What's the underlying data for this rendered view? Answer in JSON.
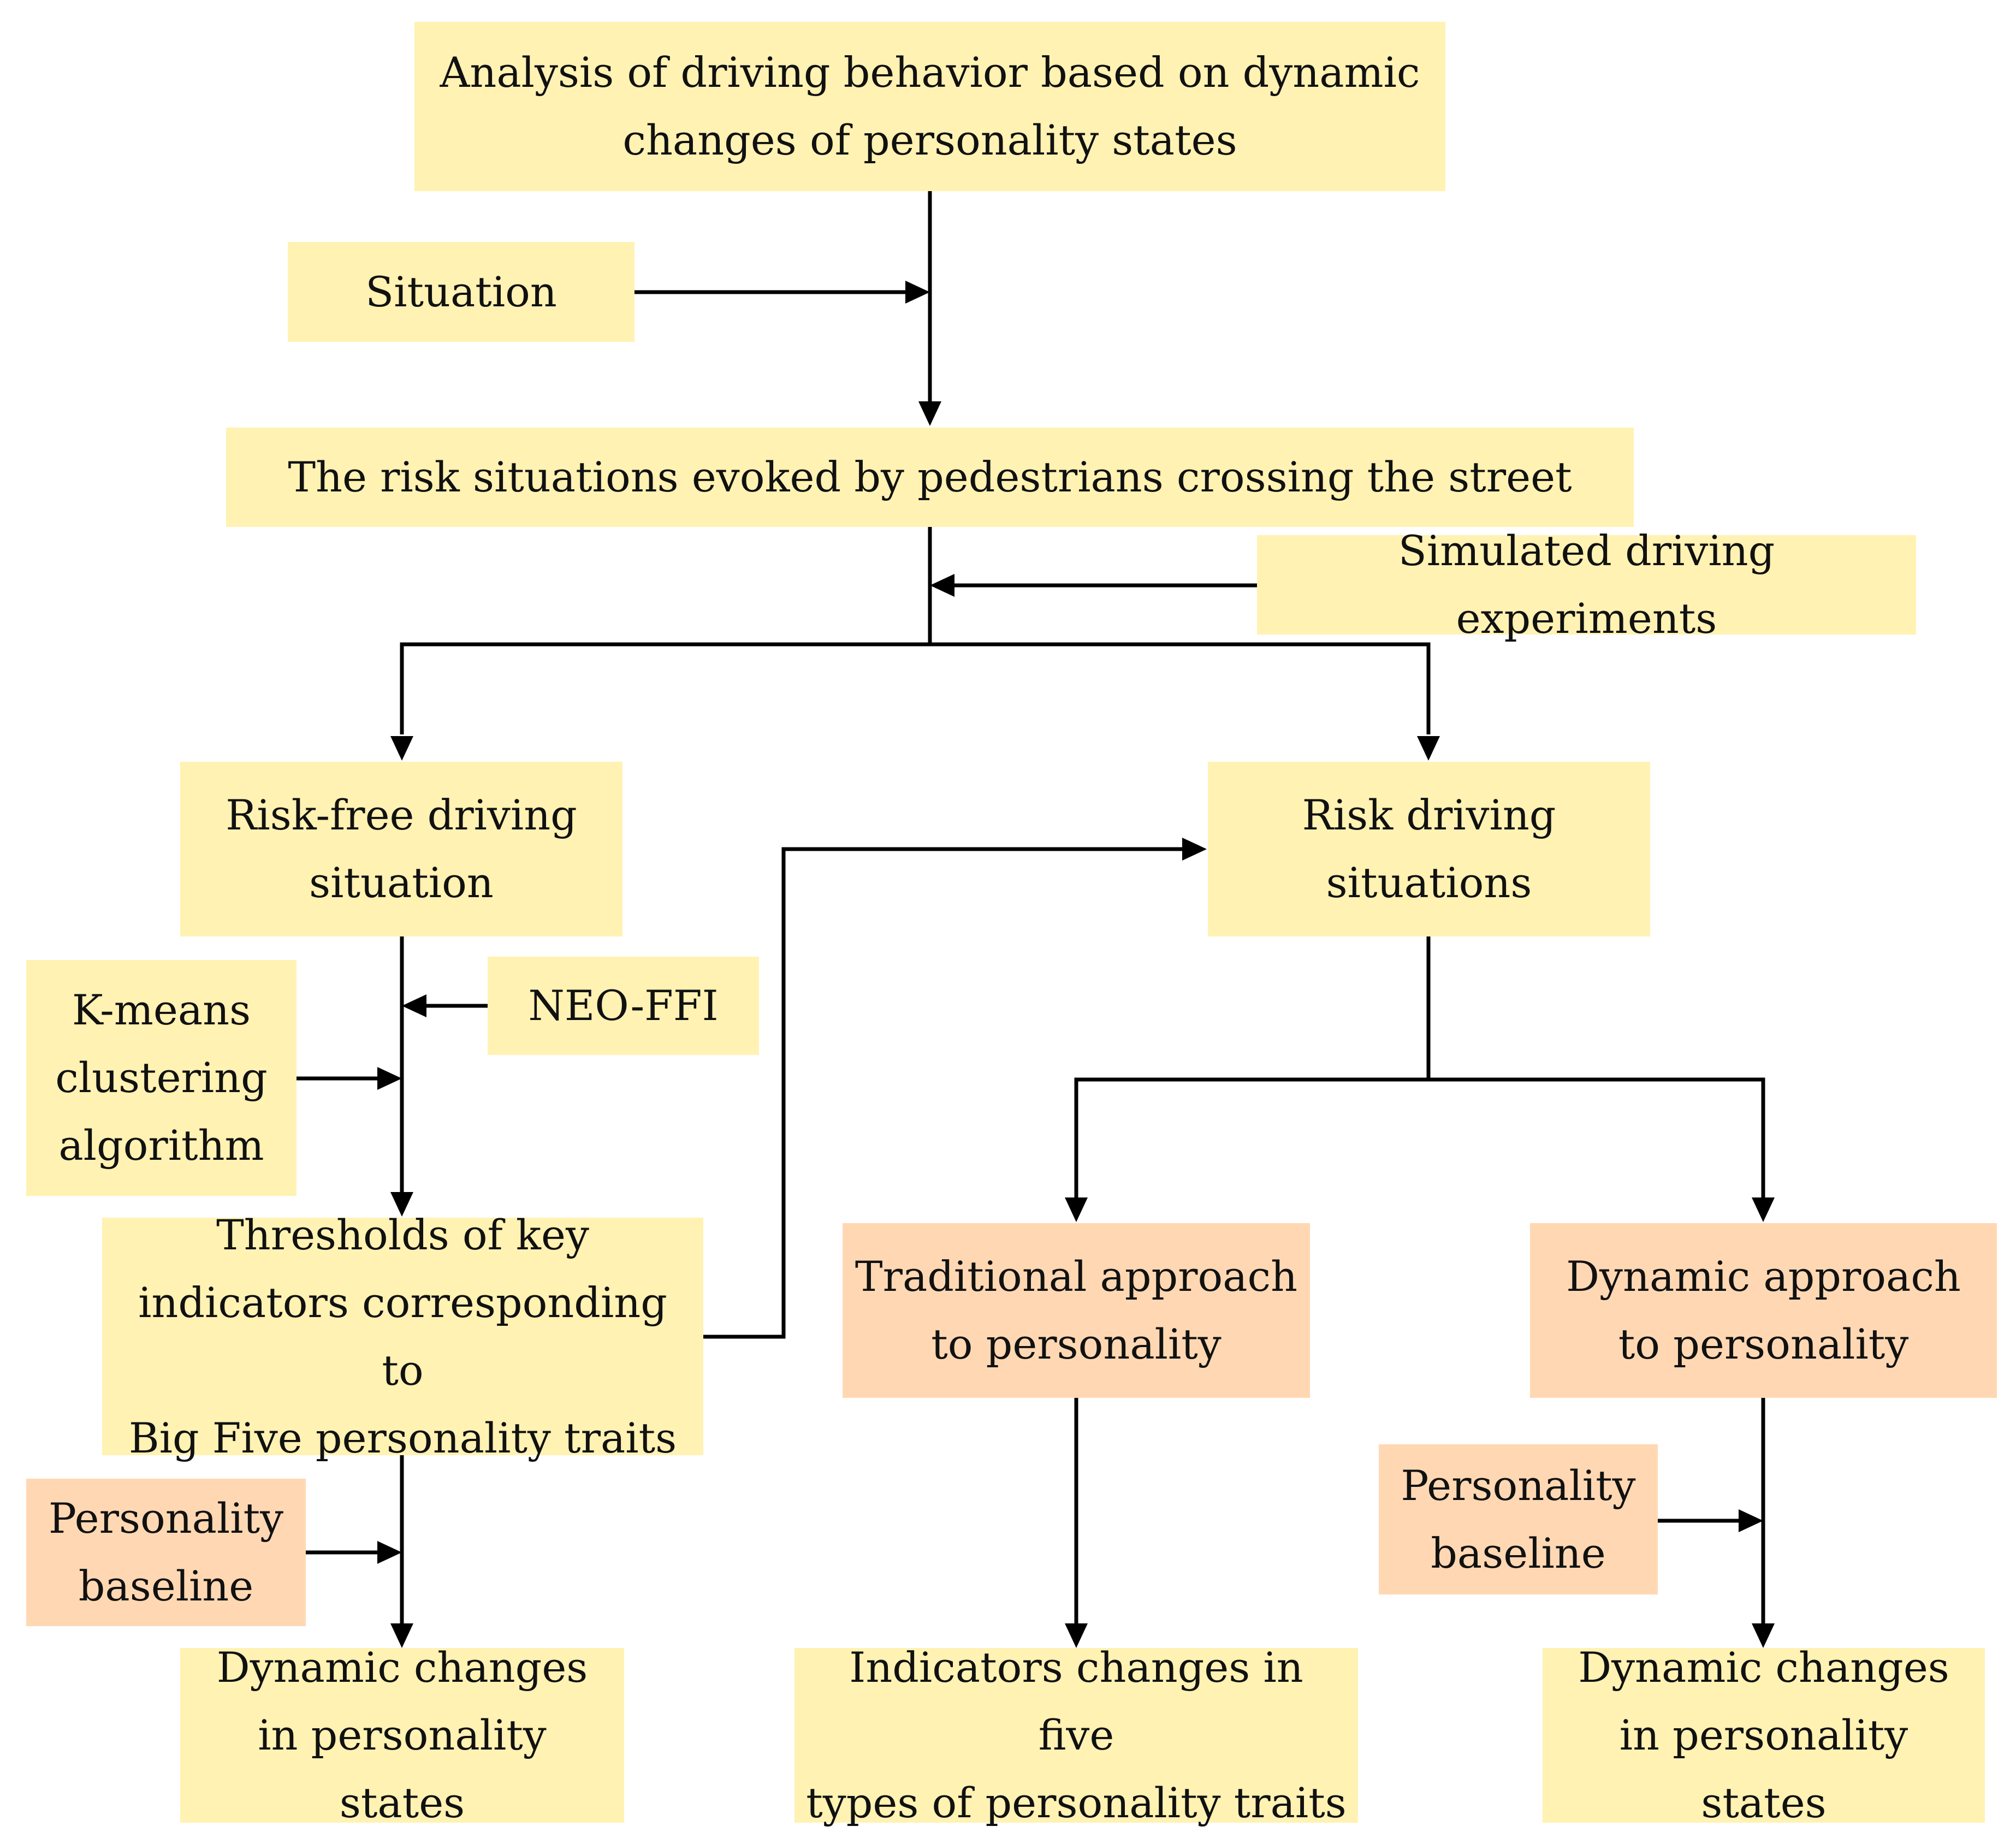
{
  "diagram": {
    "colors": {
      "yellow_box": "#fff2b3",
      "peach_box": "#ffd8b3",
      "line": "#000000"
    },
    "nodes": {
      "analysis": "Analysis of driving behavior based on dynamic\nchanges of personality states",
      "situation": "Situation",
      "risk_situations": "The risk situations evoked by pedestrians crossing the street",
      "simulated": "Simulated driving experiments",
      "risk_free": "Risk-free driving\nsituation",
      "risk_driving": "Risk driving\nsituations",
      "neo_ffi": "NEO-FFI",
      "kmeans": "K-means\nclustering\nalgorithm",
      "thresholds": "Thresholds of key\nindicators corresponding to\nBig Five personality traits",
      "traditional": "Traditional approach\nto personality",
      "dynamic_approach": "Dynamic approach\nto personality",
      "baseline_left": "Personality\nbaseline",
      "baseline_right": "Personality\nbaseline",
      "dyn_changes_left": "Dynamic changes\nin personality states",
      "indicators": "Indicators changes in five\ntypes of personality traits",
      "dyn_changes_right": "Dynamic changes\nin personality states"
    }
  }
}
